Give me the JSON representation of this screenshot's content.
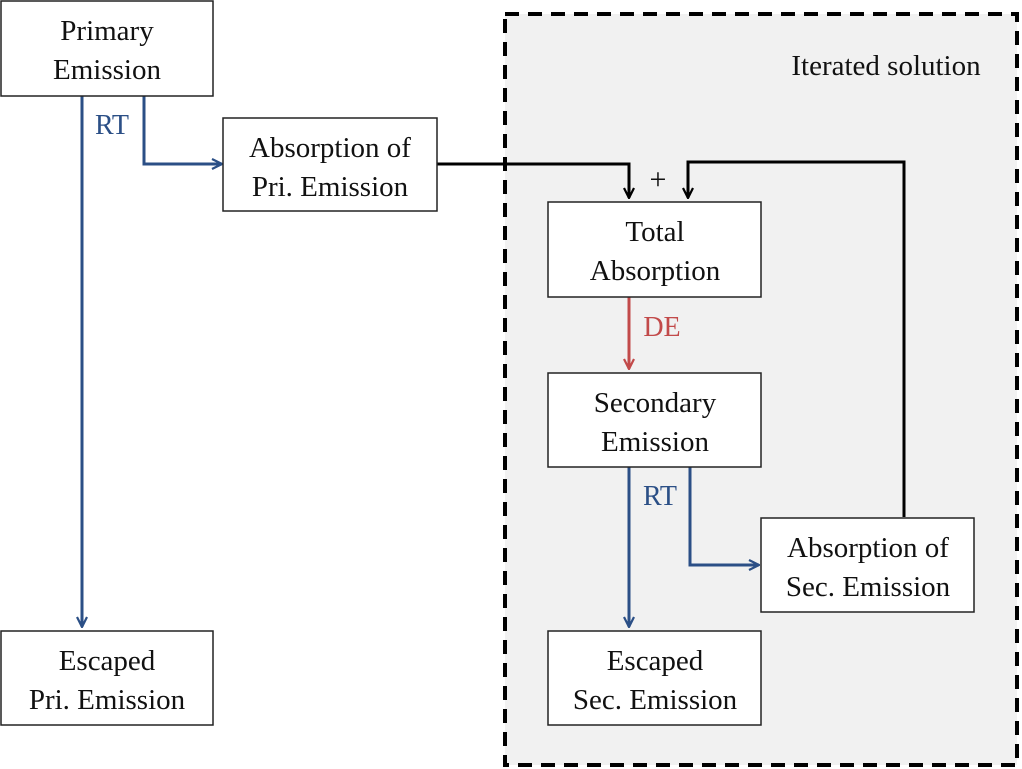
{
  "region": {
    "label": "Iterated solution"
  },
  "nodes": {
    "primary_emission": {
      "lines": [
        "Primary",
        "Emission"
      ]
    },
    "absorption_pri": {
      "lines": [
        "Absorption of",
        "Pri. Emission"
      ]
    },
    "escaped_pri": {
      "lines": [
        "Escaped",
        "Pri. Emission"
      ]
    },
    "total_absorption": {
      "lines": [
        "Total",
        "Absorption"
      ]
    },
    "secondary_emission": {
      "lines": [
        "Secondary",
        "Emission"
      ]
    },
    "absorption_sec": {
      "lines": [
        "Absorption of",
        "Sec. Emission"
      ]
    },
    "escaped_sec": {
      "lines": [
        "Escaped",
        "Sec. Emission"
      ]
    }
  },
  "edge_labels": {
    "rt_primary": "RT",
    "rt_secondary": "RT",
    "de": "DE",
    "plus": "+"
  },
  "colors": {
    "rt": "#2b4f86",
    "de": "#c24a4a",
    "flow": "#000000",
    "region_fill": "#f1f1f1",
    "region_border": "#000000"
  }
}
